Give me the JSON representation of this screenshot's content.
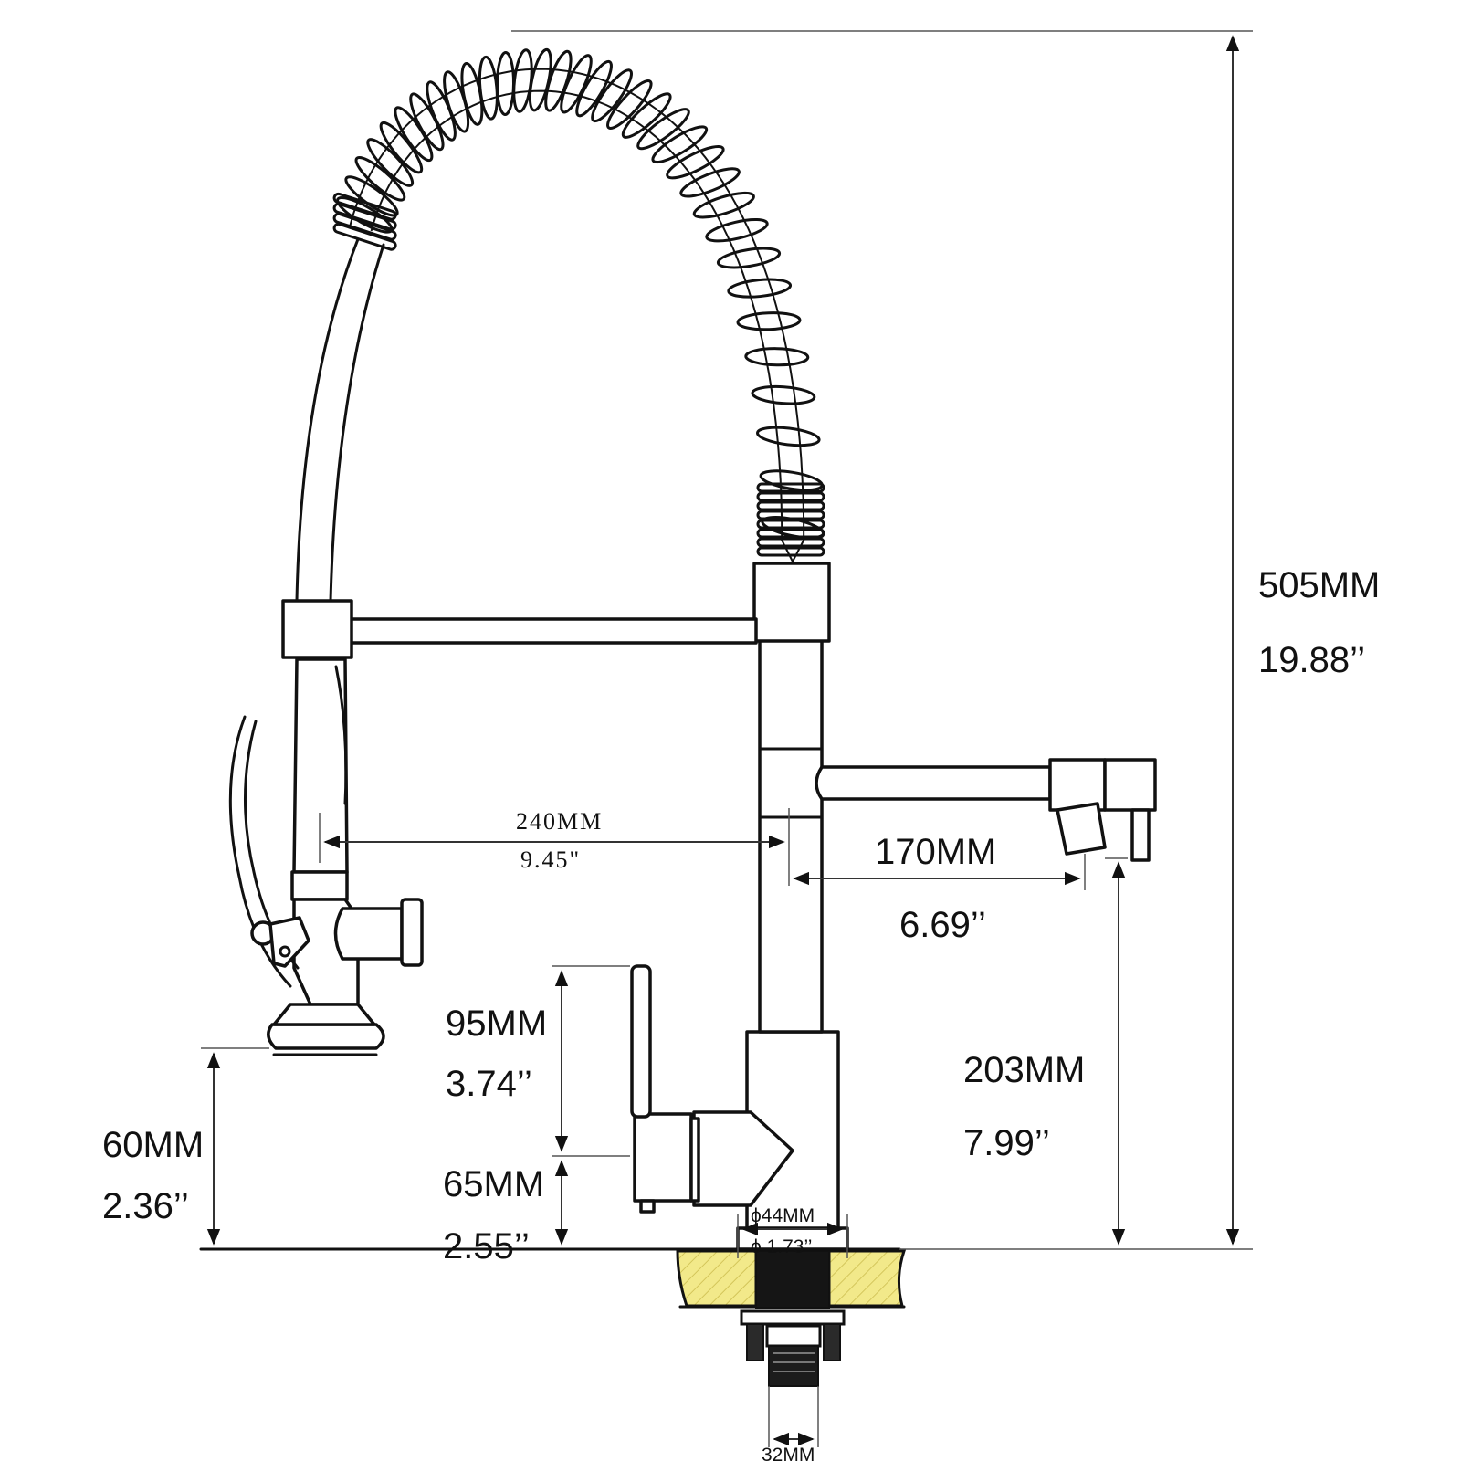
{
  "dimensions": {
    "total_height": {
      "mm": "505MM",
      "inch": "19.88’’"
    },
    "reach_sprayer": {
      "mm": "240MM",
      "inch": "9.45\""
    },
    "reach_spout": {
      "mm": "170MM",
      "inch": "6.69’’"
    },
    "spout_height": {
      "mm": "203MM",
      "inch": "7.99’’"
    },
    "handle_length": {
      "mm": "95MM",
      "inch": "3.74’’"
    },
    "handle_height": {
      "mm": "65MM",
      "inch": "2.55’’"
    },
    "sprayer_height": {
      "mm": "60MM",
      "inch": "2.36’’"
    },
    "base_diameter": {
      "mm": "ϕ44MM",
      "inch": "ϕ 1.73’’"
    },
    "shank_diameter": {
      "mm": "32MM"
    }
  },
  "colors": {
    "line": "#111111",
    "countertop_hatch": "#f2e98a"
  }
}
